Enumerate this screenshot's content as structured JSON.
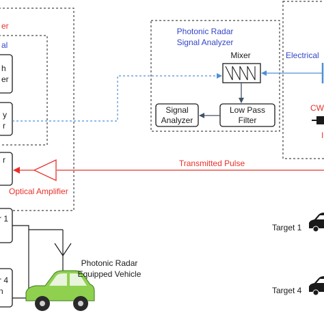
{
  "colors": {
    "red": "#e8302b",
    "blue": "#3346c8",
    "line_blue": "#4d8fd6",
    "car_green": "#8fd14f",
    "box_border": "#1a1a1a",
    "arrow_gray": "#3f5266"
  },
  "left_panel": {
    "outer_title_fragment": "er",
    "inner_title_fragment": "al",
    "box1_lines": [
      "h",
      "er"
    ],
    "box2_lines": [
      "y",
      "r"
    ],
    "box3_line": "r",
    "target_box1": "r 1",
    "target_box4_lines": [
      "r 4",
      "n"
    ]
  },
  "analyzer": {
    "title_line1": "Photonic Radar",
    "title_line2": "Signal Analyzer",
    "mixer": "Mixer",
    "signal_analyzer_line1": "Signal",
    "signal_analyzer_line2": "Analyzer",
    "low_pass_line1": "Low Pass",
    "low_pass_line2": "Filter"
  },
  "right_panel": {
    "electrical_fragment": "Electrical",
    "cw_fragment": "CW",
    "i_fragment": "I"
  },
  "signals": {
    "transmitted_pulse": "Transmitted Pulse",
    "optical_amplifier": "Optical Amplifier"
  },
  "vehicle": {
    "line1": "Photonic Radar",
    "line2": "Equipped Vehicle"
  },
  "targets": {
    "target1": "Target 1",
    "target4": "Target 4"
  },
  "icons": [
    "sawtooth-mixer-icon",
    "antenna-icon",
    "car-icon",
    "target-car-icon",
    "amplifier-triangle-icon",
    "laser-diode-icon"
  ]
}
